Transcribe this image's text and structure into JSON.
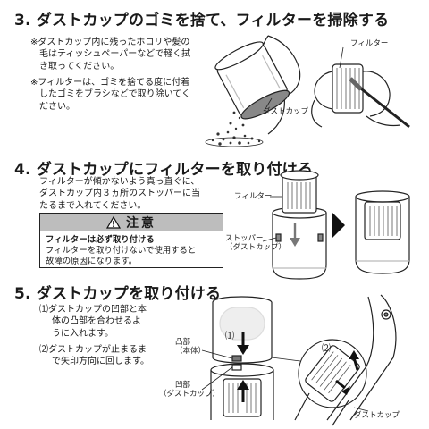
{
  "step3": {
    "title": "3. ダストカップのゴミを捨て、フィルターを掃除する",
    "note1": [
      "※ダストカップ内に残ったホコリや髪の",
      "毛はティッシュペーパーなどで軽く拭",
      "き取ってください。"
    ],
    "note2": [
      "※フィルターは、ゴミを捨てる度に付着",
      "したゴミをブラシなどで取り除いてく",
      "ださい。"
    ],
    "label_filter": "フィルター",
    "label_dustcup": "ダストカップ"
  },
  "step4": {
    "title": "4. ダストカップにフィルターを取り付ける",
    "text": [
      "フィルターが傾かないよう真っ直ぐに、",
      "ダストカップ内３ヵ所のストッパーに当",
      "たるまで入れてください。"
    ],
    "caution": {
      "heading": "注意",
      "emphasis": "フィルターは必ず取り付ける",
      "body": [
        "フィルターを取り付けないで使用すると",
        "故障の原因になります。"
      ]
    },
    "label_filter": "フィルター",
    "label_stopper": [
      "ストッパー",
      "（ダストカップ）"
    ]
  },
  "step5": {
    "title": "5. ダストカップを取り付ける",
    "item1": [
      "⑴ダストカップの凹部と本",
      "体の凸部を合わせるよ",
      "うに入れます。"
    ],
    "item2": [
      "⑵ダストカップが止まるま",
      "で矢印方向に回します。"
    ],
    "label_convex": [
      "凸部",
      "（本体）"
    ],
    "label_concave": [
      "凹部",
      "（ダストカップ）"
    ],
    "marker1": "⑴",
    "marker2": "⑵",
    "label_dustcup": "ダストカップ"
  },
  "icons": {
    "warning": "warning-triangle-icon",
    "arrow": "right-triangle-arrow-icon"
  },
  "colors": {
    "caution_header": "#bdbdbd",
    "caution_border": "#222222"
  }
}
